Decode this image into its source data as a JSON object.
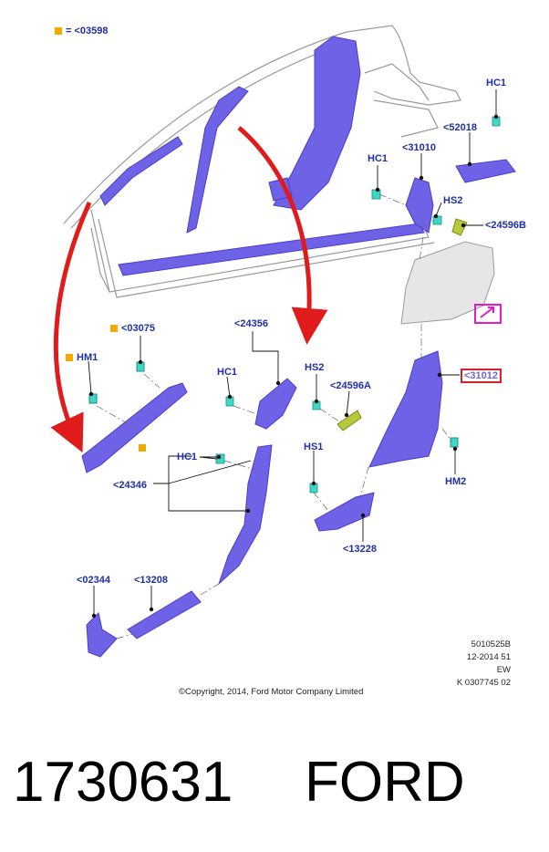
{
  "legend": {
    "symbol_label": "= <03598",
    "marker_color": "#f2a900"
  },
  "labels": {
    "hc1_top_right": "HC1",
    "p52018": "<52018",
    "hc1_mid": "HC1",
    "p31010": "<31010",
    "hs2_upper": "HS2",
    "p24596b": "<24596B",
    "p31012": "<31012",
    "hm2": "HM2",
    "p03075": "<03075",
    "hm1": "HM1",
    "p24356": "<24356",
    "hc1_center": "HC1",
    "hs2_center": "HS2",
    "p24596a": "<24596A",
    "hc1_lower": "HC1",
    "p24346": "<24346",
    "hs1": "HS1",
    "p13228": "<13228",
    "p02344": "<02344",
    "p13208": "<13208"
  },
  "info_block": [
    "5010525B",
    "12-2014 51",
    "EW",
    "K 0307745 02"
  ],
  "copyright": "©Copyright, 2014, Ford Motor Company Limited",
  "part_number": "1730631",
  "brand": "FORD",
  "colors": {
    "panel": "#6e63e6",
    "panel_dark": "#4a3fc8",
    "clip": "#3fd6c8",
    "clip_green": "#b7c93a",
    "arrow": "#e01b1b",
    "leader": "#111111",
    "label": "#1f2fa8",
    "highlight_box": "#d8202c",
    "magenta_box": "#e21bd0"
  }
}
